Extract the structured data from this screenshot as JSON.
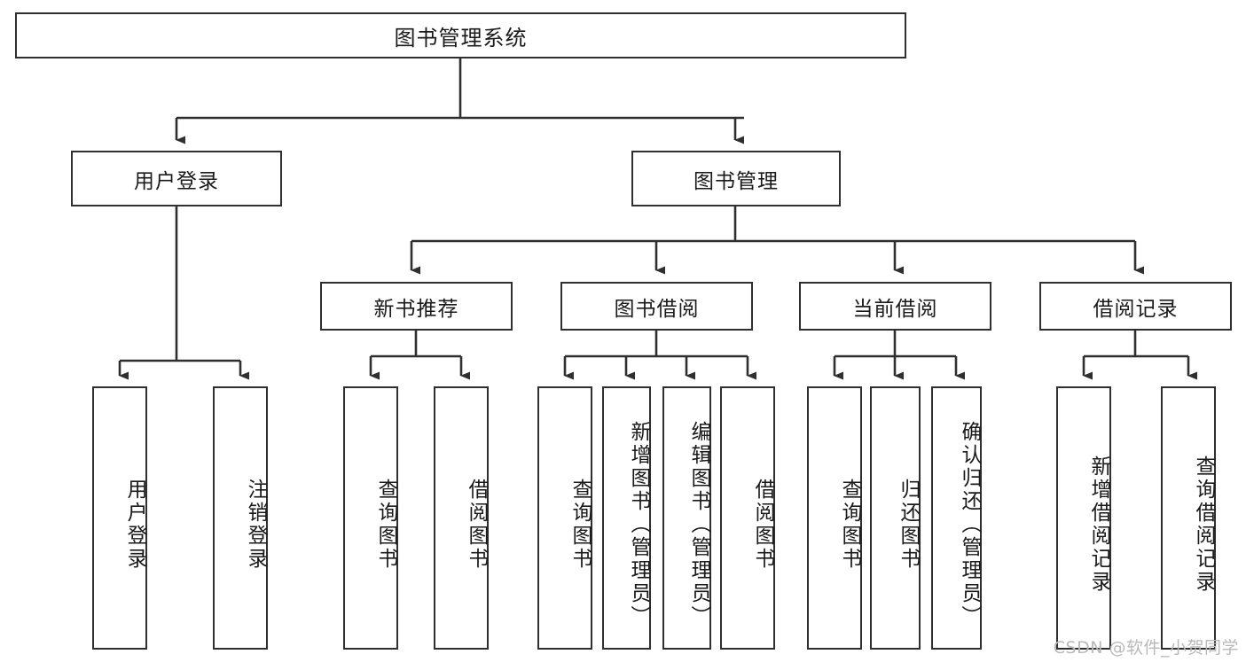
{
  "diagram": {
    "type": "tree",
    "title": "图书管理系统",
    "watermark": "CSDN @软件_小贺同学",
    "colors": {
      "stroke": "#2f2f2f",
      "fill": "#ffffff",
      "text": "#1a1a1a",
      "watermark": "#b9b9b9"
    },
    "nodes": {
      "root": {
        "label": "图书管理系统"
      },
      "level2": [
        {
          "label": "用户登录"
        },
        {
          "label": "图书管理"
        }
      ],
      "level3": [
        {
          "label": "新书推荐"
        },
        {
          "label": "图书借阅"
        },
        {
          "label": "当前借阅"
        },
        {
          "label": "借阅记录"
        }
      ],
      "leaves_user_login": [
        {
          "label": "用户登录"
        },
        {
          "label": "注销登录"
        }
      ],
      "leaves_new_book": [
        {
          "label": "查询图书"
        },
        {
          "label": "借阅图书"
        }
      ],
      "leaves_borrow": [
        {
          "label": "查询图书"
        },
        {
          "label": "新增图书（管理员）"
        },
        {
          "label": "编辑图书（管理员）"
        },
        {
          "label": "借阅图书"
        }
      ],
      "leaves_current": [
        {
          "label": "查询图书"
        },
        {
          "label": "归还图书"
        },
        {
          "label": "确认归还（管理员）"
        }
      ],
      "leaves_record": [
        {
          "label": "新增借阅记录"
        },
        {
          "label": "查询借阅记录"
        }
      ]
    }
  }
}
